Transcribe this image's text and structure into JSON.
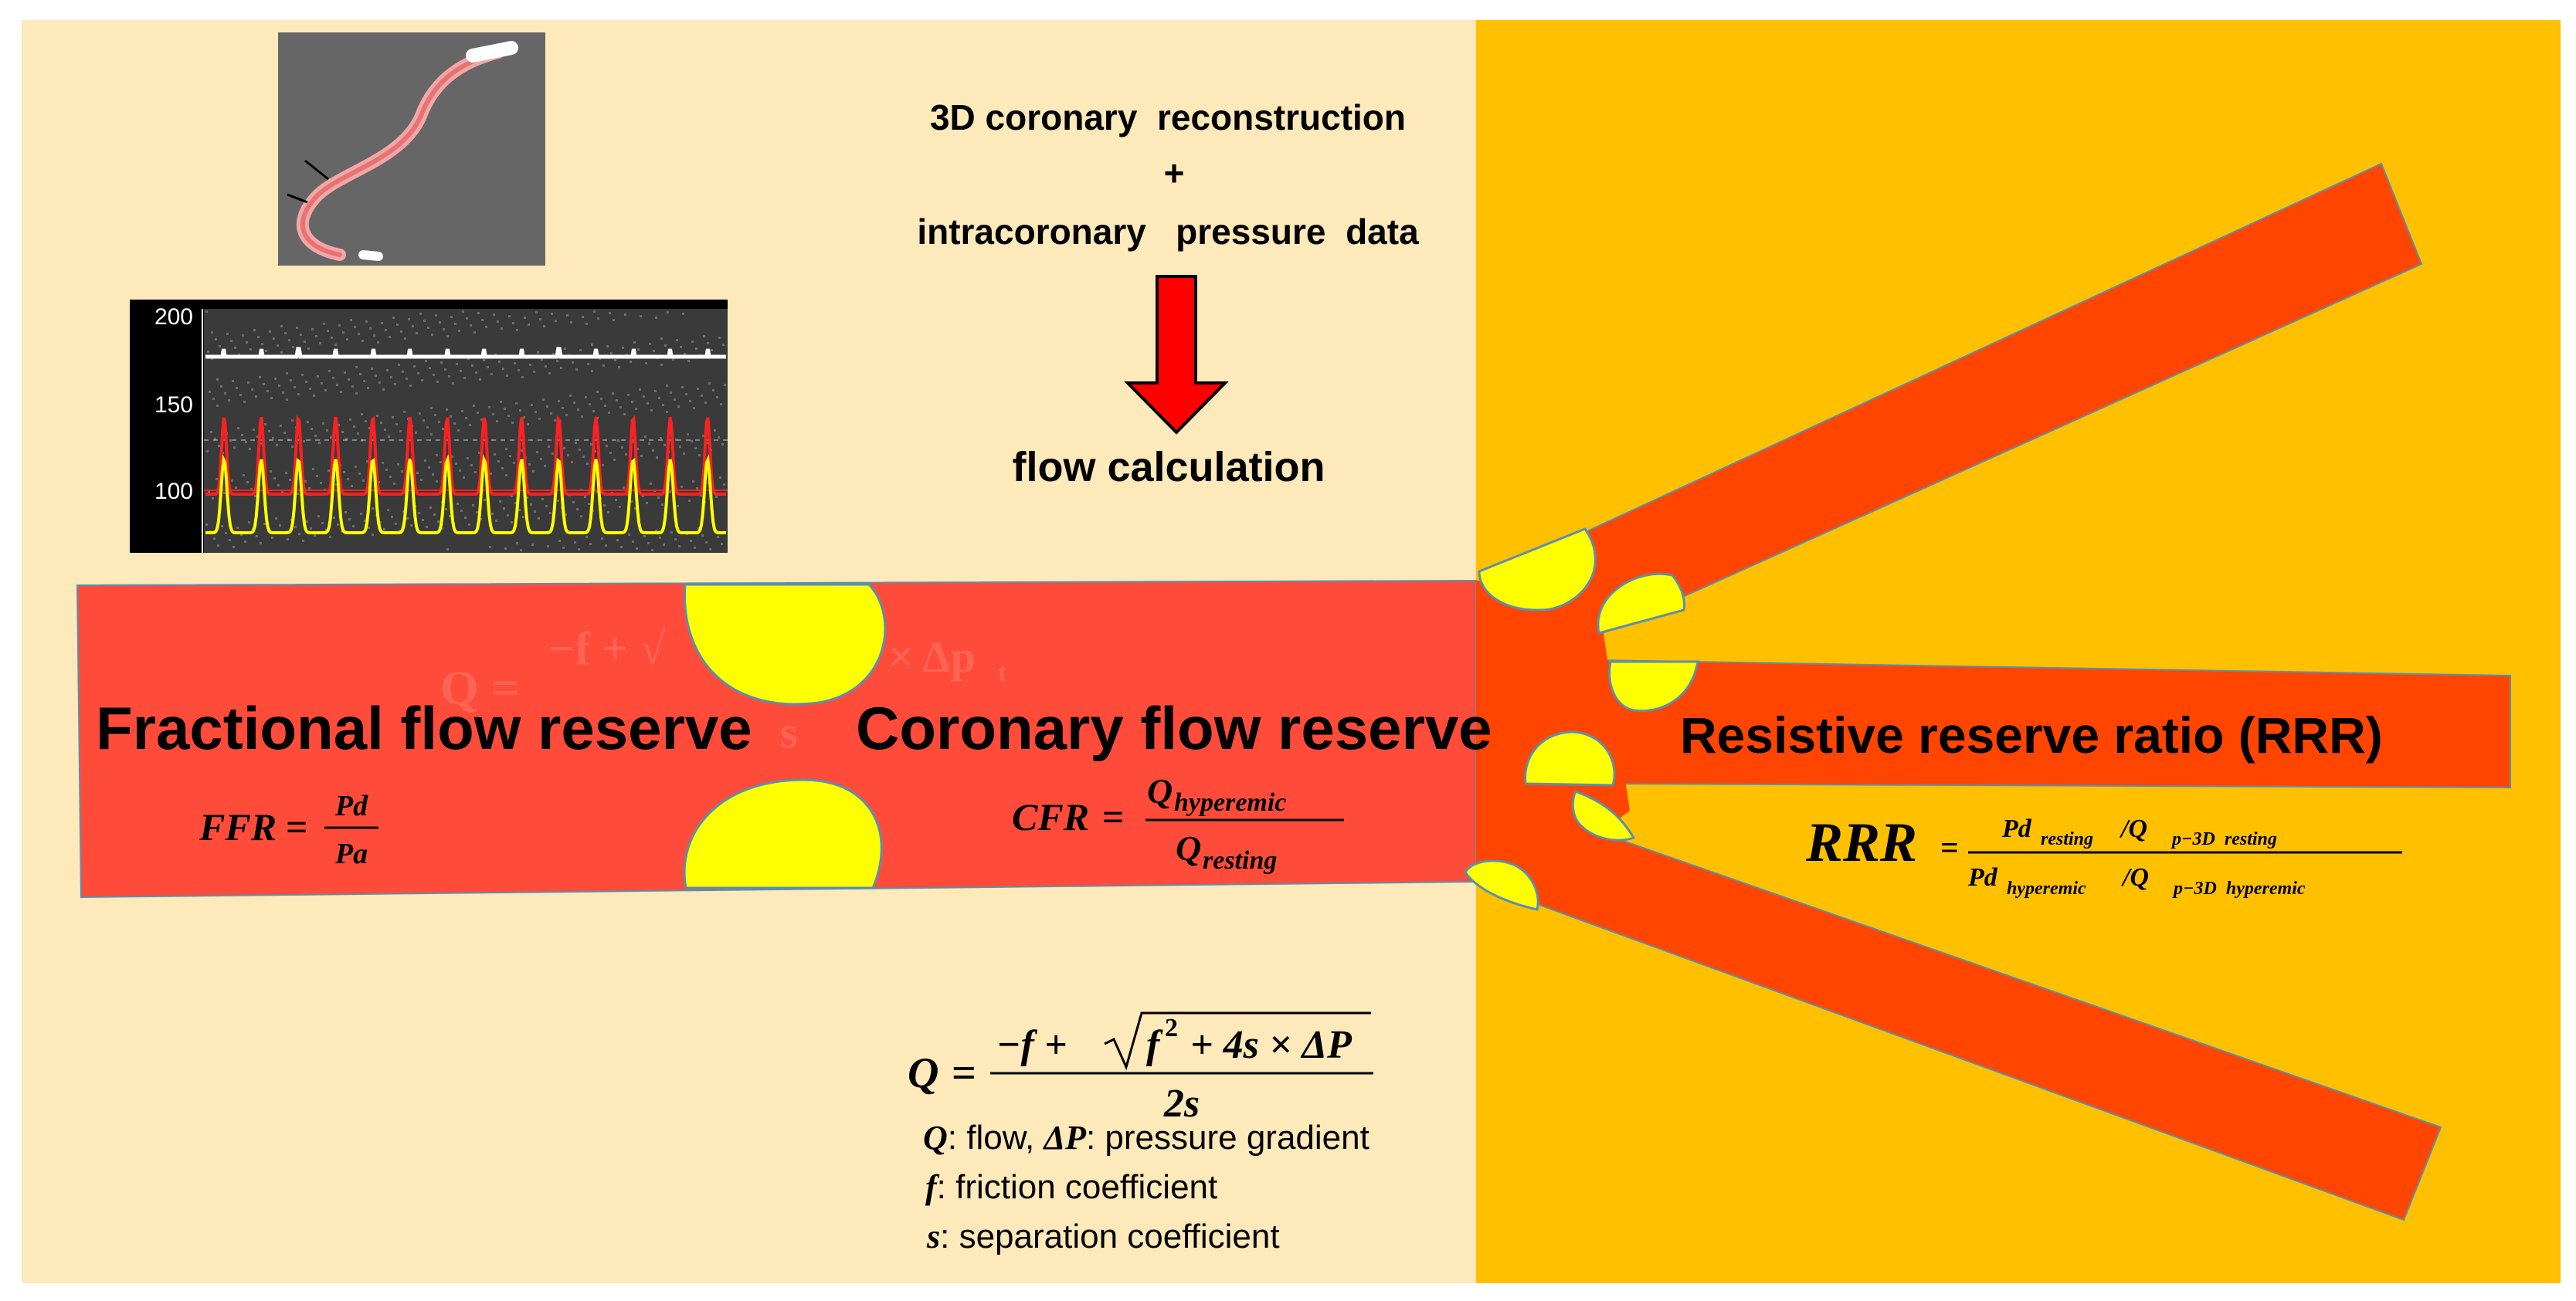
{
  "colors": {
    "left_bg": "#fde9b9",
    "right_bg": "#ffc000",
    "vessel": "#ff4c3a",
    "vessel_right": "#ff4500",
    "plaque": "#ffff00",
    "plaque_stroke": "#5b8fb0",
    "arrow": "#ff0000",
    "text": "#000000",
    "monitor_bg": "#000000",
    "pressure_red": "#ff2020",
    "pressure_yellow": "#ffff00",
    "pressure_white": "#ffffff",
    "angio_bg": "#666666"
  },
  "icons": {
    "angiogram": "3d-coronary-angiogram-image",
    "pressure_monitor": "pressure-tracing-image",
    "flow_arrow": "down-arrow-icon"
  },
  "header": {
    "line1": "3D coronary  reconstruction",
    "plus": "+",
    "line2": "intracoronary   pressure  data",
    "result": "flow calculation"
  },
  "monitor": {
    "ticks": [
      "200",
      "150",
      "100"
    ]
  },
  "sections": {
    "ffr": {
      "title": "Fractional flow reserve",
      "lhs": "FFR",
      "eq": "=",
      "num": "Pd",
      "den": "Pa"
    },
    "cfr": {
      "title": "Coronary flow reserve",
      "lhs": "CFR",
      "eq": "=",
      "num_base": "Q",
      "num_sub": "hyperemic",
      "den_base": "Q",
      "den_sub": "resting"
    },
    "rrr": {
      "title": "Resistive reserve ratio (RRR)",
      "lhs": "RRR",
      "eq": "=",
      "num_a": "Pd",
      "num_a_sub": "resting",
      "num_slash": "/Q",
      "num_b_sub": " p−3D  resting",
      "den_a": "Pd",
      "den_a_sub": "hyperemic",
      "den_slash": "/Q",
      "den_b_sub": " p−3D  hyperemic"
    }
  },
  "flow_equation": {
    "lhs": "Q",
    "eq": "=",
    "numerator_pre": "−f + ",
    "radicand_f": "f",
    "radicand_exp": "2",
    "radicand_rest": " + 4s × ΔP",
    "denominator": "2s"
  },
  "legend": [
    {
      "sym": "Q",
      "text": ": flow, ",
      "sym2": "ΔP",
      "text2": ": pressure gradient"
    },
    {
      "sym": "f",
      "text": ": friction coefficient",
      "sym2": "",
      "text2": ""
    },
    {
      "sym": "s",
      "text": ": separation coefficient",
      "sym2": "",
      "text2": ""
    }
  ],
  "ghost_formula": {
    "lhs": "Q =",
    "numerator": "−f + √",
    "tail": "× Δp",
    "tail_sub": "t",
    "denominator": "s"
  }
}
